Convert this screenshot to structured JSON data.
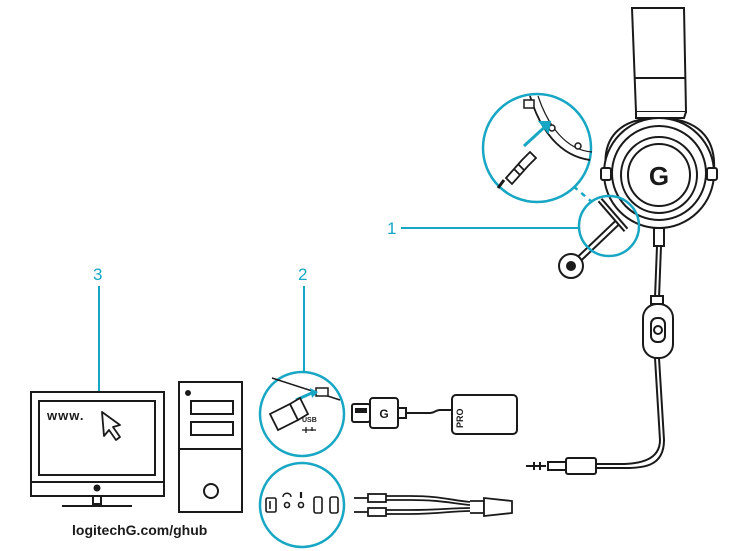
{
  "steps": {
    "step1": "1",
    "step2": "2",
    "step3": "3"
  },
  "labels": {
    "www": "www.",
    "url": "logitechG.com/ghub",
    "usb": "USB",
    "pro": "PRO",
    "g_logo": "G"
  },
  "colors": {
    "accent": "#17a6c4",
    "line": "#1a1a1a"
  },
  "icons": {
    "cursor": "arrow-cursor-icon",
    "usb": "usb-trident-icon",
    "headphone": "headphone-icon",
    "mic": "microphone-icon"
  }
}
